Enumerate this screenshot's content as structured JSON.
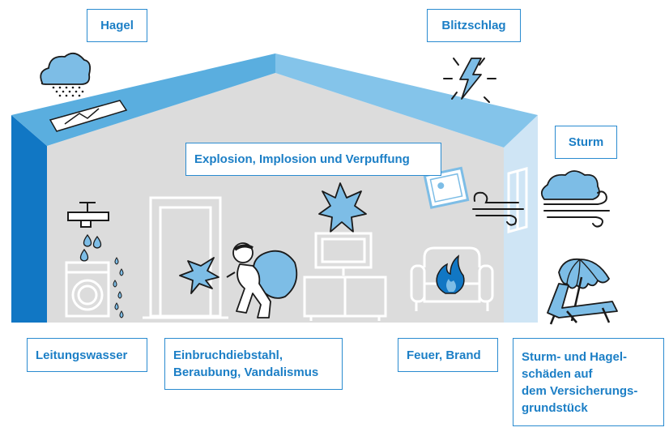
{
  "labels": {
    "hagel": "Hagel",
    "blitzschlag": "Blitzschlag",
    "sturm": "Sturm",
    "explosion": "Explosion, Implosion und Verpuffung",
    "leitungswasser": "Leitungswasser",
    "einbruch": "Einbruchdiebstahl,\nBeraubung, Vandalismus",
    "feuer": "Feuer, Brand",
    "grundstueck": "Sturm- und Hagel-\nschäden auf\ndem Versicherungs-\ngrundstück"
  },
  "colors": {
    "accent": "#1c7fc6",
    "roof_light": "#84c4ea",
    "roof_mid": "#5aaedf",
    "wall_dark": "#1177c4",
    "interior": "#dcdcdc",
    "window_side": "#cfe5f5",
    "icon_fill": "#7dbde6",
    "outline": "#1a1a1a"
  },
  "icons": [
    "hail-cloud-icon",
    "lightning-icon",
    "wind-cloud-icon",
    "explosion-icon",
    "water-tap-icon",
    "washing-machine-icon",
    "door-icon",
    "burglar-icon",
    "broken-glass-icon",
    "tv-cabinet-icon",
    "armchair-icon",
    "fire-icon",
    "picture-frame-icon",
    "wind-gust-icon",
    "window-icon",
    "beach-umbrella-icon",
    "deck-chair-icon",
    "skylight-icon"
  ]
}
